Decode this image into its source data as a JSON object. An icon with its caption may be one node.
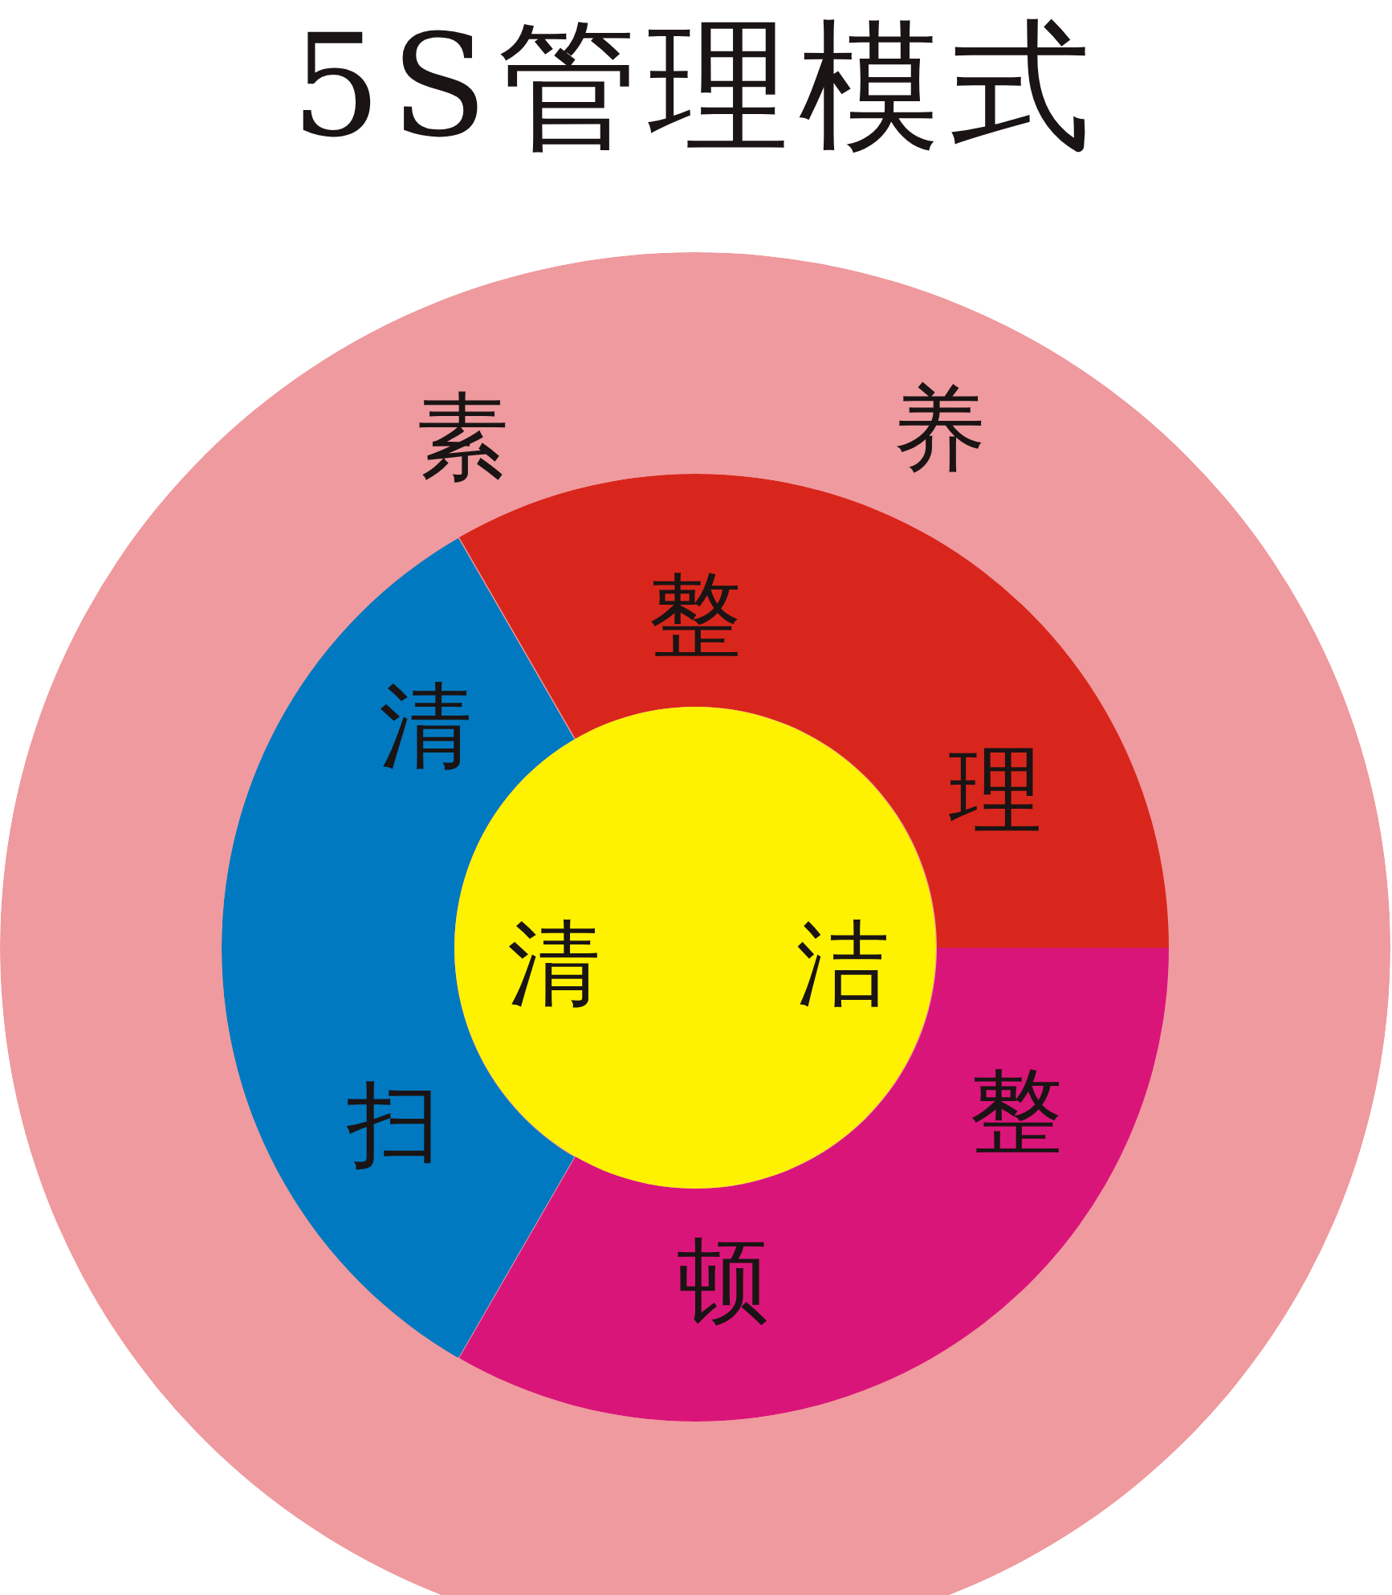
{
  "diagram": {
    "title": "5S管理模式",
    "nodes": [
      {
        "text": [
          "素",
          "养"
        ]
      },
      {
        "text": [
          "整",
          "理"
        ],
        "in": 0
      },
      {
        "text": [
          "整",
          "顿"
        ],
        "in": 0
      },
      {
        "text": [
          "清",
          "扫"
        ],
        "in": 0
      },
      {
        "text": [
          "清",
          "洁"
        ],
        "in": 0
      }
    ]
  }
}
